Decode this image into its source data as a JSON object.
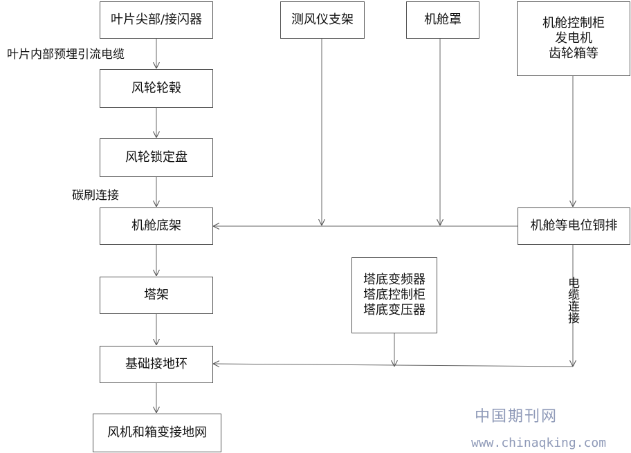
{
  "boxes": {
    "blade_tip": "叶片尖部/接闪器",
    "wind_rotor_hub": "风轮轮毂",
    "rotor_lock_disc": "风轮锁定盘",
    "nacelle_frame": "机舱底架",
    "tower": "塔架",
    "foundation_ring": "基础接地环",
    "grounding_grid": "风机和箱变接地网",
    "anemometer_bracket": "测风仪支架",
    "nacelle_cover": "机舱罩",
    "nacelle_equipment": [
      "机舱控制柜",
      "发电机",
      "齿轮箱等"
    ],
    "nacelle_busbar": "机舱等电位铜排",
    "tower_base_equipment": [
      "塔底变频器",
      "塔底控制柜",
      "塔底变压器"
    ]
  },
  "labels": {
    "blade_cable": "叶片内部预埋引流电缆",
    "carbon_brush": "碳刷连接",
    "cable_connection": "电缆连接"
  },
  "watermark": {
    "cn": "中国期刊网",
    "url": "www.chinaqking.com"
  }
}
